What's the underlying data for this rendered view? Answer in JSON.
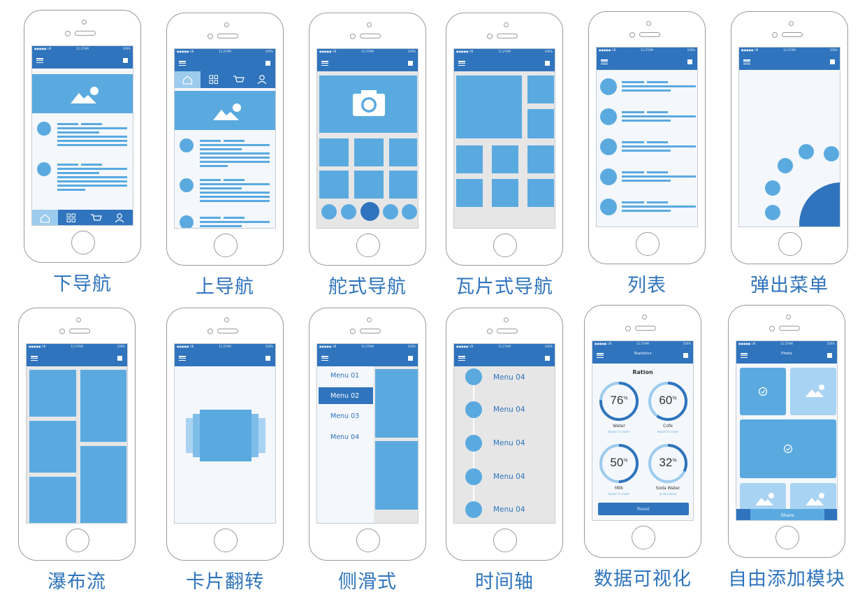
{
  "status": {
    "carrier": "●●●●● UB",
    "time": "11:27AM",
    "battery": "100%"
  },
  "captions": [
    "下导航",
    "上导航",
    "舵式导航",
    "瓦片式导航",
    "列表",
    "弹出菜单",
    "瀑布流",
    "卡片翻转",
    "侧滑式",
    "时间轴",
    "数据可视化",
    "自由添加模块"
  ],
  "slide_menu": [
    "Menu  01",
    "Menu  02",
    "Menu  03",
    "Menu  04"
  ],
  "timeline": [
    "Menu 04",
    "Menu 04",
    "Menu 04",
    "Menu 04",
    "Menu 04"
  ],
  "stats": {
    "header": "Statistics",
    "title": "Ration",
    "gauges": [
      {
        "value": "76",
        "unit": "%",
        "label": "Water",
        "status": "READY TO START"
      },
      {
        "value": "60",
        "unit": "%",
        "label": "Cofe",
        "status": "READY TO START"
      },
      {
        "value": "50",
        "unit": "%",
        "label": "Milk",
        "status": "READY TO START"
      },
      {
        "value": "32",
        "unit": "%",
        "label": "Soda Water",
        "status": "IN PROGRESS"
      }
    ],
    "reset": "Reset"
  },
  "photo": {
    "header": "Photo",
    "share": "Share"
  },
  "colors": {
    "primary": "#2f74bd",
    "light": "#5aaae0",
    "pale": "#a9d3f2",
    "screen": "#f4f7fb"
  }
}
